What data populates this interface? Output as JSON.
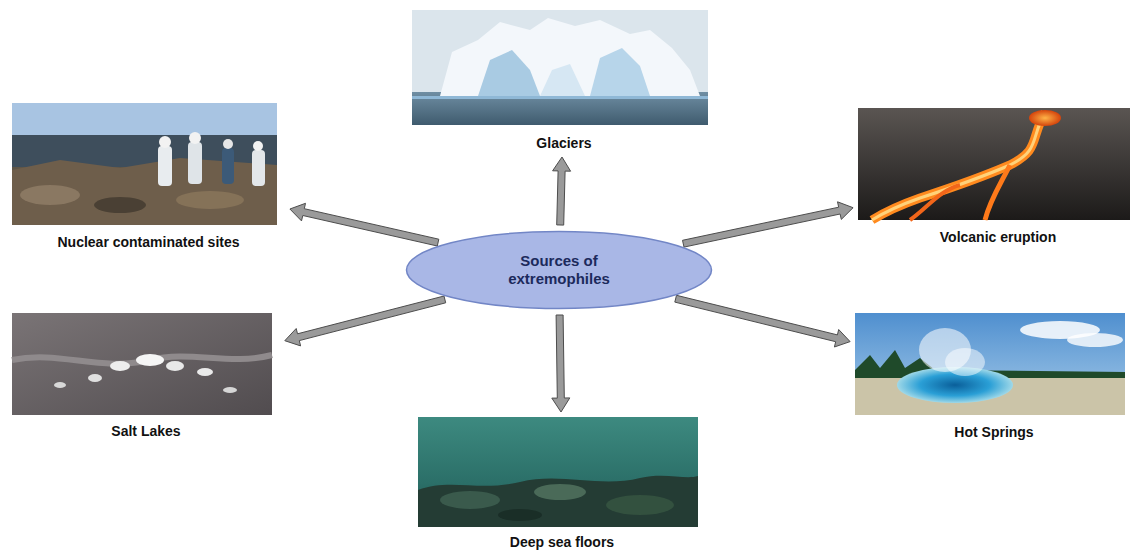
{
  "diagram": {
    "nodes": [
      {
        "text": [
          "Glaciers"
        ]
      },
      {
        "text": [
          "Nuclear contaminated sites"
        ]
      },
      {
        "text": [
          "Volcanic eruption"
        ]
      },
      {
        "text": [
          "Sources of extremophiles"
        ]
      },
      {
        "text": [
          "Salt Lakes"
        ]
      },
      {
        "text": [
          "Hot Springs"
        ]
      },
      {
        "text": [
          "Deep sea floors"
        ]
      }
    ],
    "edges": [
      {
        "from": 3,
        "to": 0,
        "arrow": "to"
      },
      {
        "from": 3,
        "to": 1,
        "arrow": "to"
      },
      {
        "from": 3,
        "to": 2,
        "arrow": "to"
      },
      {
        "from": 3,
        "to": 4,
        "arrow": "to"
      },
      {
        "from": 3,
        "to": 5,
        "arrow": "to"
      },
      {
        "from": 3,
        "to": 6,
        "arrow": "to"
      }
    ]
  }
}
